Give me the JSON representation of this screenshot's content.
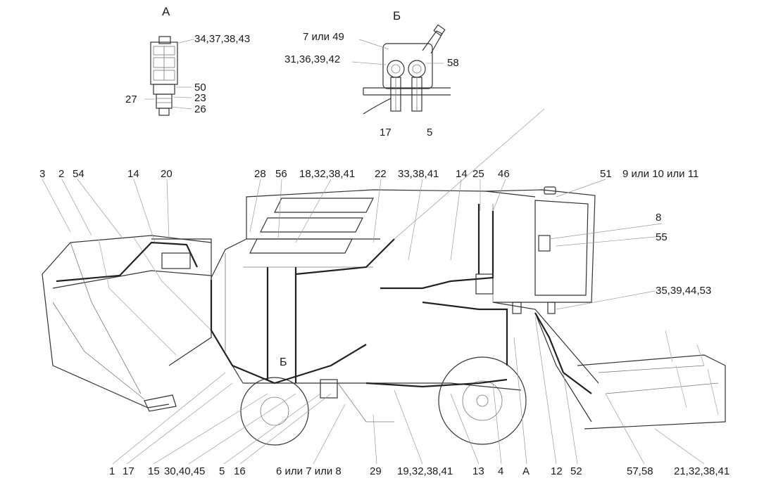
{
  "detail_a": {
    "title": "А",
    "labels": [
      "34,37,38,43",
      "50",
      "23",
      "26",
      "27"
    ]
  },
  "detail_b": {
    "title": "Б",
    "labels": [
      "7 или 49",
      "31,36,39,42",
      "58",
      "17",
      "5"
    ]
  },
  "top_labels": [
    "3",
    "2",
    "54",
    "14",
    "20",
    "28",
    "56",
    "18,32,38,41",
    "22",
    "33,38,41",
    "14",
    "25",
    "46",
    "51",
    "9 или 10 или 11"
  ],
  "right_labels": [
    "8",
    "55",
    "35,39,44,53"
  ],
  "inline_marker": "Б",
  "bottom_labels": [
    "1",
    "17",
    "15",
    "30,40,45",
    "5",
    "16",
    "6 или 7 или 8",
    "29",
    "19,32,38,41",
    "13",
    "4",
    "А",
    "12",
    "52",
    "57,58",
    "21,32,38,41"
  ]
}
